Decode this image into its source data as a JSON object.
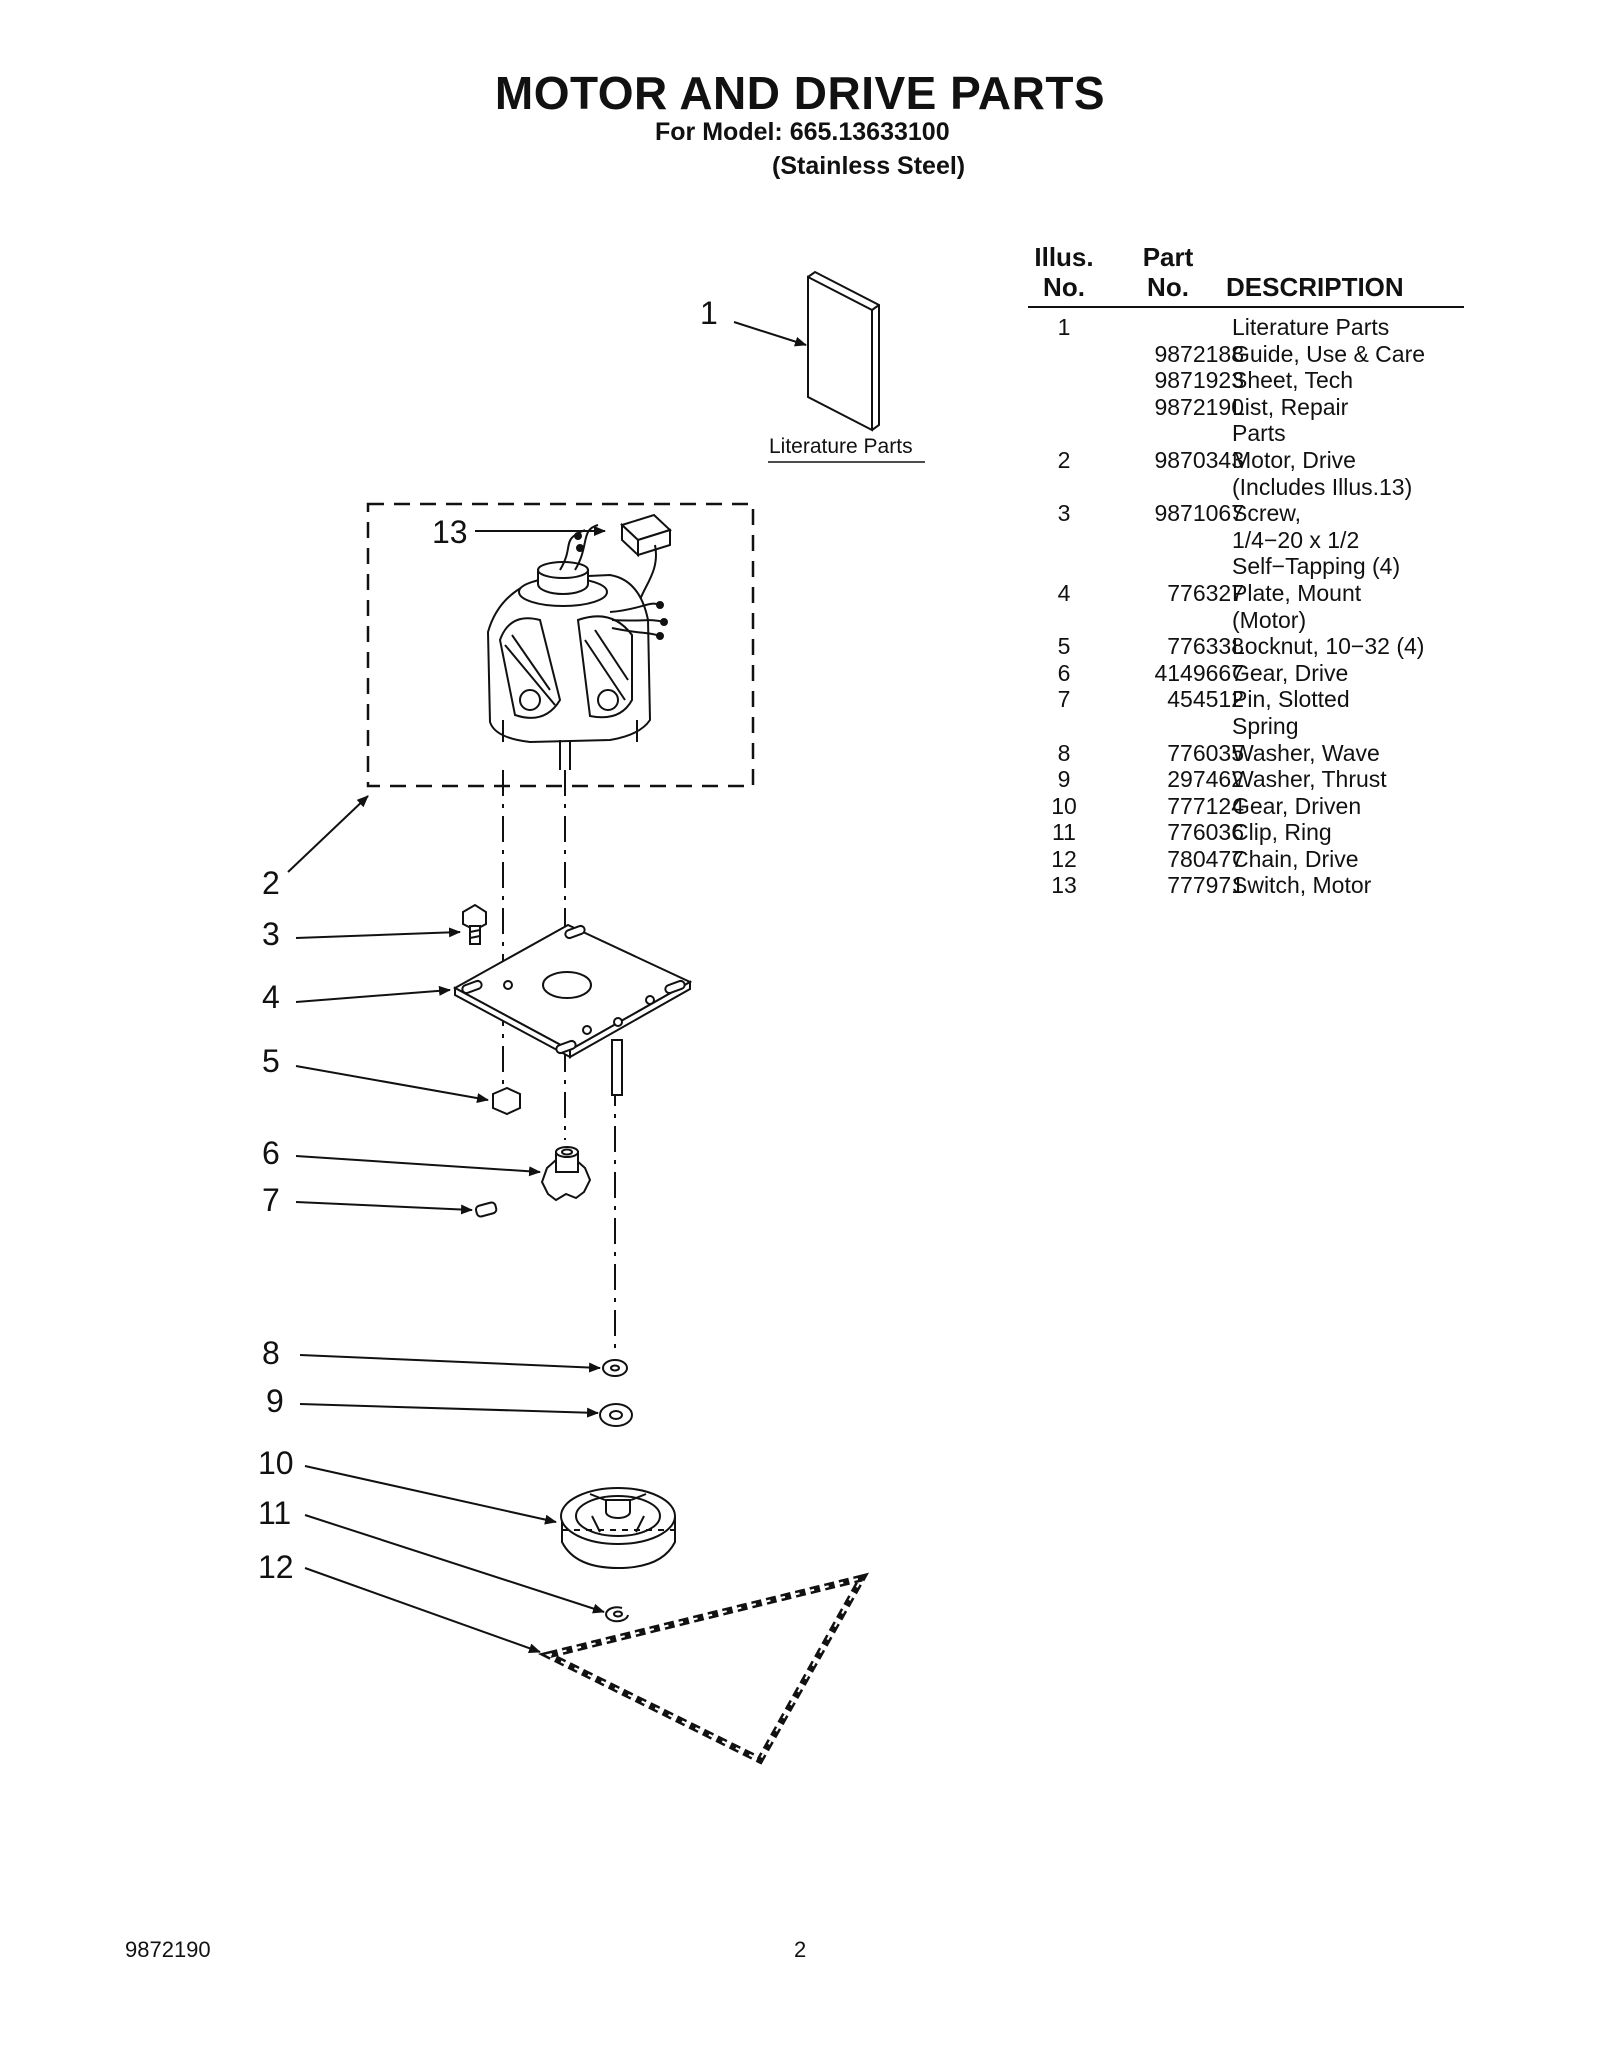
{
  "header": {
    "title": "MOTOR AND DRIVE PARTS",
    "model_line": "For Model: 665.13633100",
    "variant": "(Stainless Steel)"
  },
  "table": {
    "headers": {
      "illus_1": "Illus.",
      "illus_2": "No.",
      "part_1": "Part",
      "part_2": "No.",
      "description": "DESCRIPTION"
    },
    "rows": [
      {
        "illus": "1",
        "part": "",
        "desc": "Literature Parts"
      },
      {
        "illus": "",
        "part": "9872188",
        "desc": "Guide, Use & Care"
      },
      {
        "illus": "",
        "part": "9871923",
        "desc": "Sheet, Tech"
      },
      {
        "illus": "",
        "part": "9872190",
        "desc": "List, Repair"
      },
      {
        "illus": "",
        "part": "",
        "desc": "Parts"
      },
      {
        "illus": "2",
        "part": "9870343",
        "desc": "Motor, Drive"
      },
      {
        "illus": "",
        "part": "",
        "desc": "(Includes Illus.13)"
      },
      {
        "illus": "3",
        "part": "9871067",
        "desc": "Screw,"
      },
      {
        "illus": "",
        "part": "",
        "desc": "1/4−20 x 1/2"
      },
      {
        "illus": "",
        "part": "",
        "desc": "Self−Tapping (4)"
      },
      {
        "illus": "4",
        "part": "776327",
        "desc": "Plate, Mount"
      },
      {
        "illus": "",
        "part": "",
        "desc": "(Motor)"
      },
      {
        "illus": "5",
        "part": "776338",
        "desc": "Locknut, 10−32 (4)"
      },
      {
        "illus": "6",
        "part": "4149667",
        "desc": "Gear, Drive"
      },
      {
        "illus": "7",
        "part": "454512",
        "desc": "Pin, Slotted"
      },
      {
        "illus": "",
        "part": "",
        "desc": "Spring"
      },
      {
        "illus": "8",
        "part": "776035",
        "desc": "Washer, Wave"
      },
      {
        "illus": "9",
        "part": "297462",
        "desc": "Washer, Thrust"
      },
      {
        "illus": "10",
        "part": "777124",
        "desc": "Gear, Driven"
      },
      {
        "illus": "11",
        "part": "776036",
        "desc": "Clip, Ring"
      },
      {
        "illus": "12",
        "part": "780477",
        "desc": "Chain, Drive"
      },
      {
        "illus": "13",
        "part": "777971",
        "desc": "Switch, Motor"
      }
    ]
  },
  "diagram": {
    "literature_label": "Literature Parts",
    "callouts": [
      "1",
      "13",
      "2",
      "3",
      "4",
      "5",
      "6",
      "7",
      "8",
      "9",
      "10",
      "11",
      "12"
    ]
  },
  "footer": {
    "doc_number": "9872190",
    "page_number": "2"
  }
}
